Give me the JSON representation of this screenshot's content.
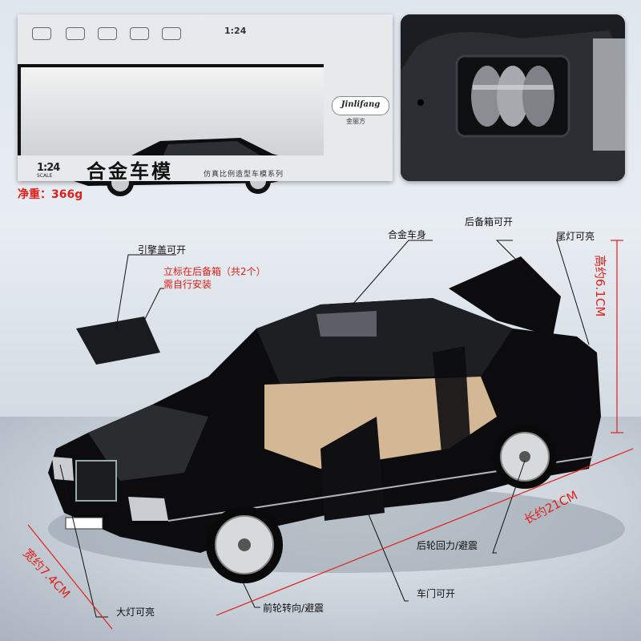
{
  "box": {
    "scale_small": "1:24",
    "brand": "Jinlifang",
    "brand_cn": "金丽方",
    "scale_big": "1:24",
    "scale_word": "SCALE",
    "title": "合金车模",
    "subtitle": "仿真比例造型车模系列"
  },
  "weight": "净重：366g",
  "labels": {
    "body": "合金车身",
    "trunk": "后备箱可开",
    "taillight": "尾灯可亮",
    "hood": "引擎盖可开",
    "emblem_line1": "立标在后备箱（共2个）",
    "emblem_line2": "需自行安装",
    "rear_wheel": "后轮回力/避震",
    "door": "车门可开",
    "front_wheel": "前轮转向/避震",
    "headlight": "大灯可亮"
  },
  "dimensions": {
    "height": "高约6.1CM",
    "length": "长约21CM",
    "width": "宽约7.4CM"
  },
  "colors": {
    "accent_red": "#e0201a",
    "car_body": "#0c0c0e",
    "interior": "#d4b896"
  }
}
